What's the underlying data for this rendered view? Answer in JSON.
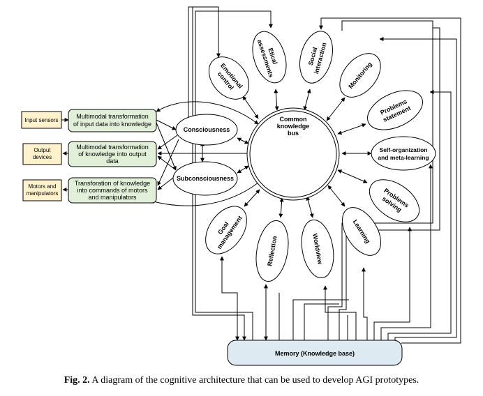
{
  "io_devices": {
    "input_sensors": "Input sensors",
    "output_devices": [
      "Output",
      "devices"
    ],
    "motors": [
      "Motors and",
      "manipulators"
    ]
  },
  "transforms": {
    "input": [
      "Multimodal transformation",
      "of input data into knowledge"
    ],
    "output": [
      "Multimodal transformation",
      "of knowledge into output",
      "data"
    ],
    "motors": [
      "Transforation of knowledge",
      "into commands of motors",
      "and manipulators"
    ]
  },
  "consciousness": "Consciousness",
  "subconsciousness": "Subconsciousness",
  "bus": [
    "Common",
    "knowledge",
    "bus"
  ],
  "modules": {
    "emotional": [
      "Emotional",
      "control"
    ],
    "etical": [
      "Etical",
      "assessments"
    ],
    "social": [
      "Social",
      "interaction"
    ],
    "monitoring": [
      "Monitoring"
    ],
    "problems_statement": [
      "Problems",
      "statement"
    ],
    "self_org": [
      "Self-organization",
      "and meta-learning"
    ],
    "problems_solving": [
      "Problems",
      "solving"
    ],
    "learning": [
      "Learning"
    ],
    "worldview": [
      "Worldview"
    ],
    "reflection": [
      "Reflection"
    ],
    "goal": [
      "Goal",
      "management"
    ]
  },
  "memory": "Memory (Knowledge base)",
  "caption": {
    "label": "Fig. 2.",
    "text": " A diagram of the cognitive architecture that can be used to develop AGI prototypes."
  },
  "colors": {
    "io_fill": "#fff2cc",
    "transform_fill": "#e2efd9",
    "memory_fill": "#deeaf1",
    "stroke": "#000000"
  }
}
